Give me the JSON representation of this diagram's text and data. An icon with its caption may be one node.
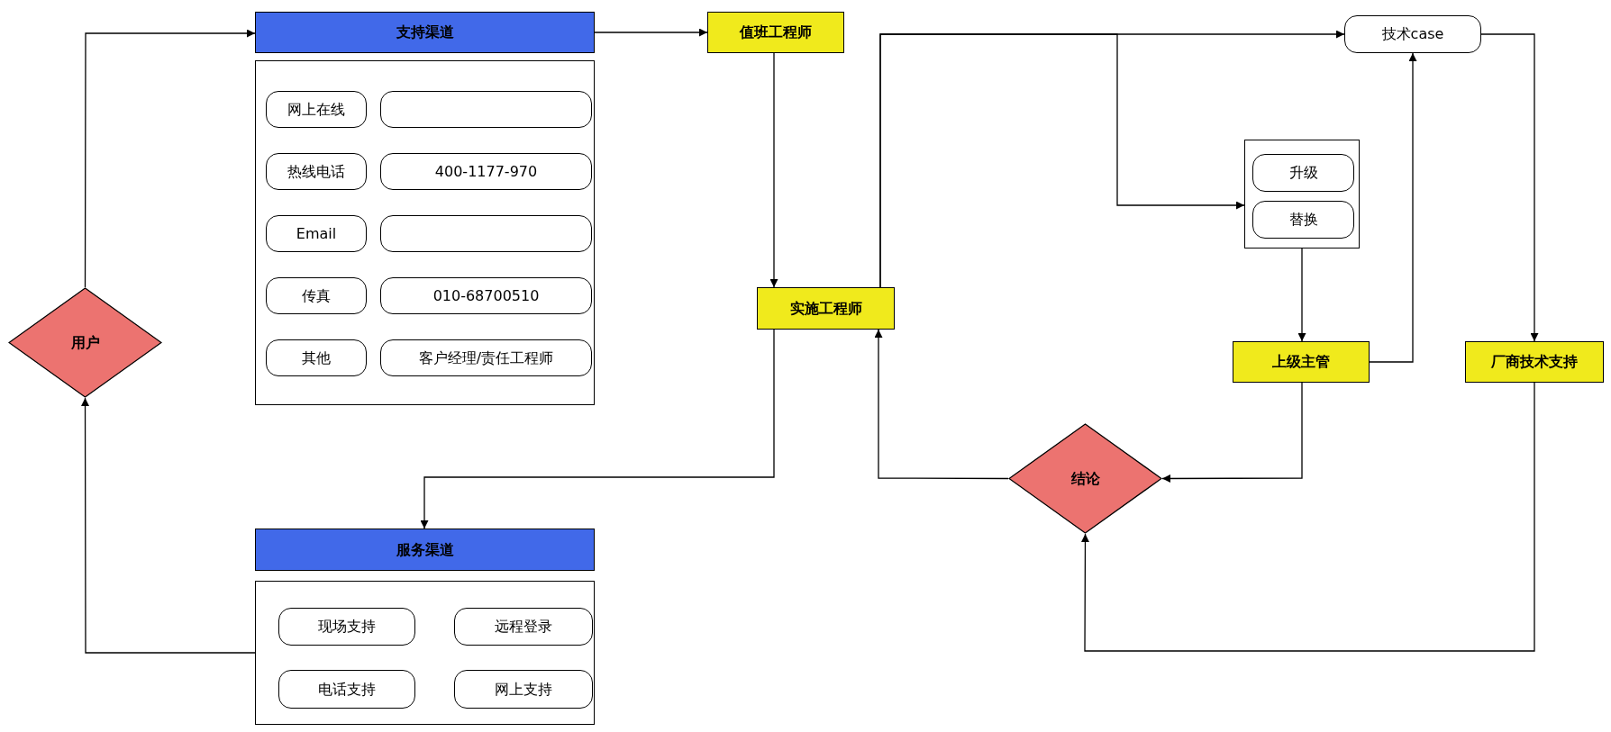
{
  "diagram": {
    "nodes": [
      {
        "text": [
          "支持渠道"
        ]
      },
      {
        "text": [],
        "shape": "box"
      },
      {
        "text": [
          "网上在线"
        ],
        "in": 1
      },
      {
        "text": [],
        "shape": "box",
        "in": 1
      },
      {
        "text": [
          "热线电话"
        ],
        "in": 1
      },
      {
        "text": [
          "400-1177-970"
        ],
        "in": 1
      },
      {
        "text": [
          "Email"
        ],
        "in": 1
      },
      {
        "text": [],
        "shape": "box",
        "in": 1
      },
      {
        "text": [
          "传真"
        ],
        "in": 1
      },
      {
        "text": [
          "010-68700510"
        ],
        "in": 1
      },
      {
        "text": [
          "其他"
        ],
        "in": 1
      },
      {
        "text": [
          "客户经理/责任工程师"
        ],
        "in": 1
      },
      {
        "text": [
          "值班工程师"
        ]
      },
      {
        "text": [
          "技术case"
        ]
      },
      {
        "text": [],
        "shape": "box"
      },
      {
        "text": [
          "升级"
        ],
        "in": 14
      },
      {
        "text": [
          "替换"
        ],
        "in": 14
      },
      {
        "text": [
          "用户"
        ]
      },
      {
        "text": [
          "实施工程师"
        ]
      },
      {
        "text": [
          "上级主管"
        ]
      },
      {
        "text": [
          "厂商技术支持"
        ]
      },
      {
        "text": [
          "结论"
        ]
      },
      {
        "text": [
          "服务渠道"
        ]
      },
      {
        "text": [],
        "shape": "box"
      },
      {
        "text": [
          "现场支持"
        ],
        "in": 23
      },
      {
        "text": [
          "远程登录"
        ],
        "in": 23
      },
      {
        "text": [
          "电话支持"
        ],
        "in": 23
      },
      {
        "text": [
          "网上支持"
        ],
        "in": 23
      }
    ],
    "edges": [
      {
        "from": 17,
        "to": 0,
        "arrow": "to"
      },
      {
        "from": 0,
        "to": 12,
        "arrow": "to"
      },
      {
        "from": 12,
        "to": 18,
        "arrow": "to"
      },
      {
        "from": 18,
        "to": 22,
        "arrow": "to"
      },
      {
        "from": 23,
        "to": 17,
        "arrow": "to"
      },
      {
        "from": 18,
        "to": 13,
        "arrow": "to"
      },
      {
        "from": 18,
        "to": 14,
        "arrow": "to"
      },
      {
        "from": 14,
        "to": 19,
        "arrow": "to"
      },
      {
        "from": 19,
        "to": 13,
        "arrow": "to"
      },
      {
        "from": 13,
        "to": 20,
        "arrow": "to"
      },
      {
        "from": 19,
        "to": 21,
        "arrow": "to"
      },
      {
        "from": 20,
        "to": 21,
        "arrow": "to"
      },
      {
        "from": 21,
        "to": 18,
        "arrow": "to"
      }
    ]
  }
}
